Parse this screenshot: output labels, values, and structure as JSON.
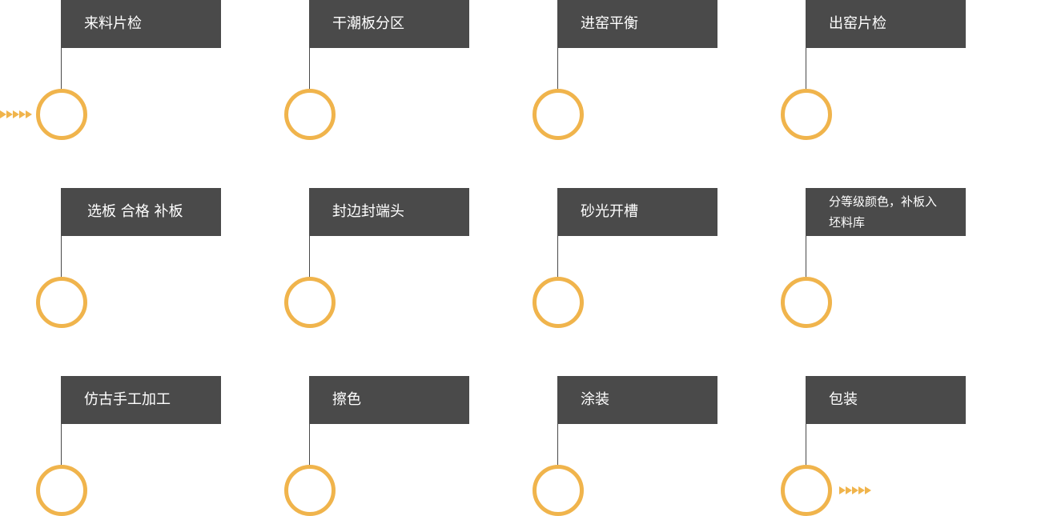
{
  "colors": {
    "label_background": "#4a4a4a",
    "label_text": "#ffffff",
    "node_ring": "#f0b44c",
    "connector": "#4a4a4a",
    "arrow": "#f0b44c"
  },
  "icons": {
    "flow_start": "chevrons-right-icon",
    "flow_end": "chevrons-right-icon"
  },
  "steps": [
    {
      "label": "来料片检"
    },
    {
      "label": "干潮板分区"
    },
    {
      "label": "进窑平衡"
    },
    {
      "label": "出窑片检"
    },
    {
      "label": "选板 合格 补板"
    },
    {
      "label": "封边封端头"
    },
    {
      "label": "砂光开槽"
    },
    {
      "label": "分等级颜色，补板入坯料库"
    },
    {
      "label": "仿古手工加工"
    },
    {
      "label": "擦色"
    },
    {
      "label": "涂装"
    },
    {
      "label": "包装"
    }
  ]
}
